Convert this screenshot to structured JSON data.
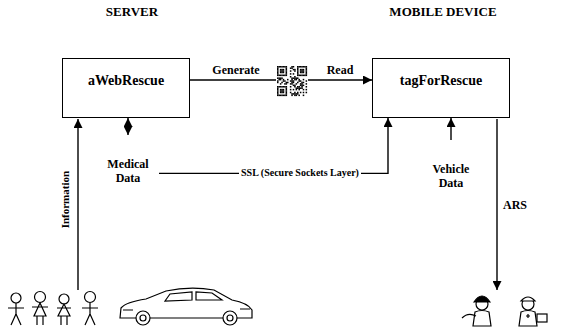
{
  "diagram": {
    "nodes": [
      {
        "text": [
          "SERVER"
        ]
      },
      {
        "text": [
          "aWebRescue"
        ],
        "in": 0
      },
      {
        "text": [
          "Medical Data"
        ],
        "in": 0
      },
      {
        "text": [
          "MOBILE DEVICE"
        ]
      },
      {
        "text": [
          "tagForRescue"
        ],
        "in": 3
      },
      {
        "text": [
          "Vehicle Data"
        ],
        "in": 3
      }
    ],
    "edges": [
      {
        "from": 1,
        "to": 2,
        "arrow": "both"
      },
      {
        "from": 1,
        "to": 4,
        "arrow": "to",
        "label": "Generate"
      },
      {
        "from": 2,
        "to": 4,
        "arrow": "to",
        "label": "SSL (Secure Sockets Layer)"
      },
      {
        "from": 5,
        "to": 4,
        "arrow": "to"
      }
    ],
    "labels": [
      "Read",
      "Information",
      "ARS"
    ]
  }
}
